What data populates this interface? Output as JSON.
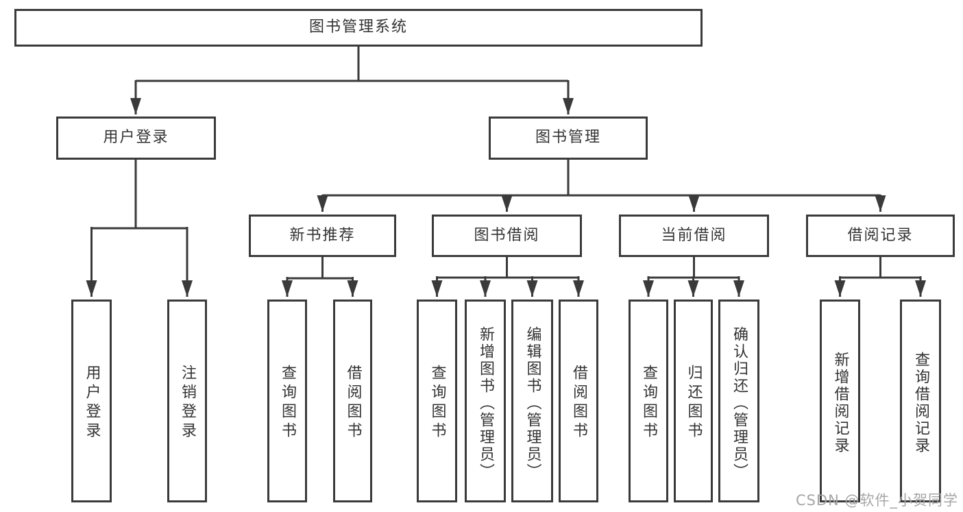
{
  "diagram": {
    "root_label": "图书管理系统",
    "branches": {
      "user_login": {
        "label": "用户登录",
        "leaves": [
          "用户登录",
          "注销登录"
        ]
      },
      "book_management": {
        "label": "图书管理",
        "sections": {
          "new_book": {
            "label": "新书推荐",
            "leaves": [
              "查询图书",
              "借阅图书"
            ]
          },
          "book_borrow": {
            "label": "图书借阅",
            "leaves": [
              "查询图书",
              "新增图书（管理员）",
              "编辑图书（管理员）",
              "借阅图书"
            ]
          },
          "current_borrow": {
            "label": "当前借阅",
            "leaves": [
              "查询图书",
              "归还图书",
              "确认归还（管理员）"
            ]
          },
          "borrow_records": {
            "label": "借阅记录",
            "leaves": [
              "新增借阅记录",
              "查询借阅记录"
            ]
          }
        }
      }
    },
    "watermark": "CSDN @软件_小贺同学",
    "colors": {
      "line": "#3a3a3a",
      "text": "#333333",
      "watermark": "#a6a6a6",
      "background": "#ffffff"
    }
  }
}
